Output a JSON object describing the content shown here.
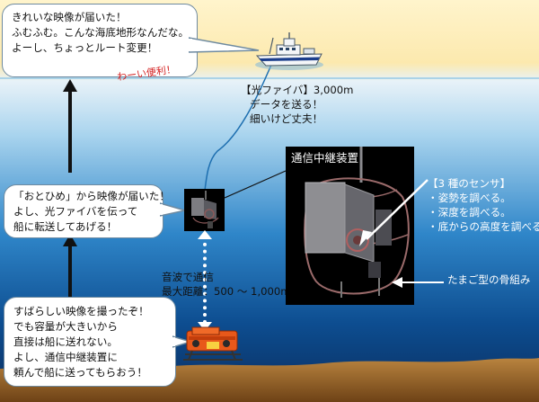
{
  "colors": {
    "surface": "#fce9ae",
    "sea_deep": "#0a2d5e",
    "seabed": "#a06a2c",
    "bubble_border": "#6e8aa0",
    "handy_red": "#d42020",
    "vehicle_orange": "#e8581a"
  },
  "bubble_top": {
    "lines": [
      "きれいな映像が届いた！",
      "ふむふむ。こんな海底地形なんだな。",
      "よーし、ちょっとルート変更！"
    ],
    "note": "わーい便利！"
  },
  "bubble_mid": {
    "lines": [
      "「おとひめ」から映像が届いた！",
      "よし、光ファイバを伝って",
      "船に転送してあげる！"
    ]
  },
  "bubble_bottom": {
    "lines": [
      "すばらしい映像を撮ったぞ！",
      "でも容量が大きいから",
      "直接は船に送れない。",
      "よし、通信中継装置に",
      "頼んで船に送ってもらおう！"
    ]
  },
  "fiber_note": {
    "lines": [
      "【光ファイバ】3,000m",
      "データを送る！",
      "細いけど丈夫！"
    ]
  },
  "relay_title": "通信中継装置",
  "sensor_note": {
    "lines": [
      "【3 種のセンサ】",
      "・姿勢を調べる。",
      "・深度を調べる。",
      "・底からの高度を調べる。"
    ]
  },
  "frame_note": "たまご型の骨組み",
  "acoustic_note": {
    "lines": [
      "音波で通信",
      "最大距離：500 ～ 1,000m"
    ]
  },
  "icons": {
    "ship": "ship-icon",
    "relay": "relay-device-icon",
    "vehicle": "underwater-vehicle-icon",
    "arrow": "up-arrow-icon"
  }
}
